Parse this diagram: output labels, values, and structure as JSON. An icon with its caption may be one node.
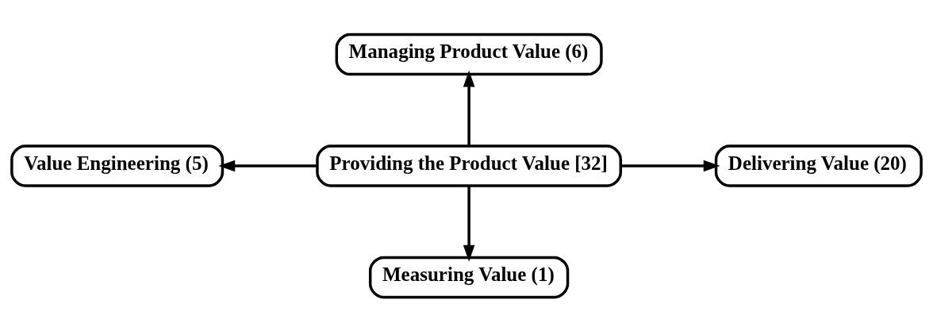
{
  "diagram": {
    "nodes": [
      {
        "text": [
          "Managing Product Value (6)"
        ]
      },
      {
        "text": [
          "Value Engineering (5)"
        ]
      },
      {
        "text": [
          "Providing the Product Value [32]"
        ]
      },
      {
        "text": [
          "Delivering Value (20)"
        ]
      },
      {
        "text": [
          "Measuring Value (1)"
        ]
      }
    ],
    "edges": [
      {
        "from": 2,
        "to": 0,
        "arrow": "to"
      },
      {
        "from": 2,
        "to": 1,
        "arrow": "to"
      },
      {
        "from": 2,
        "to": 3,
        "arrow": "to"
      },
      {
        "from": 2,
        "to": 4,
        "arrow": "to"
      }
    ]
  }
}
